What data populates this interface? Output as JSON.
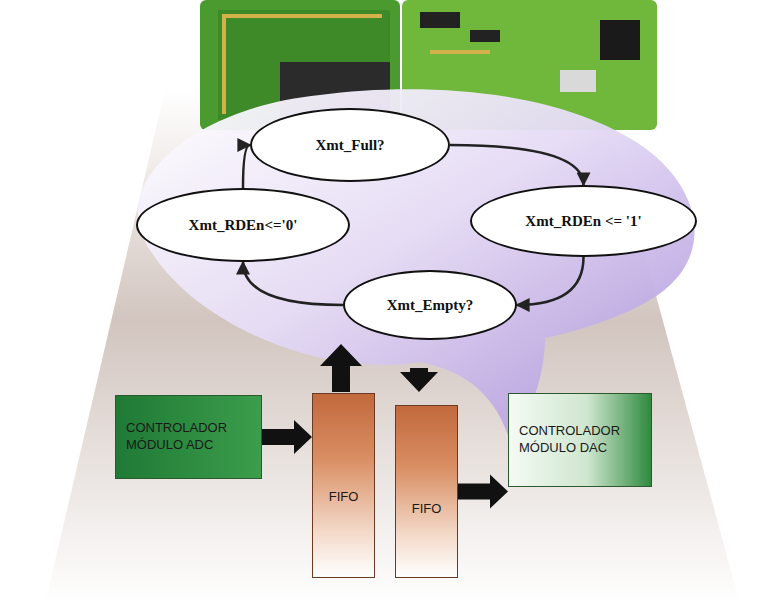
{
  "diagram": {
    "nodes": [
      {
        "text": [
          "Xmt_Full?"
        ]
      },
      {
        "text": [
          "Xmt_RDEn <= '1'"
        ]
      },
      {
        "text": [
          "Xmt_Empty?"
        ]
      },
      {
        "text": [
          "Xmt_RDEn<='0'"
        ]
      },
      {
        "text": [
          "CONTROLADOR MÓDULO ADC"
        ]
      },
      {
        "text": [
          "FIFO"
        ]
      },
      {
        "text": [
          "FIFO"
        ]
      },
      {
        "text": [
          "CONTROLADOR MÓDULO DAC"
        ]
      }
    ],
    "edges": [
      {
        "from": 0,
        "to": 1,
        "arrow": "to"
      },
      {
        "from": 1,
        "to": 2,
        "arrow": "to"
      },
      {
        "from": 2,
        "to": 3,
        "arrow": "to"
      },
      {
        "from": 3,
        "to": 0,
        "arrow": "to"
      },
      {
        "from": 4,
        "to": 5,
        "arrow": "to"
      },
      {
        "from": 6,
        "to": 7,
        "arrow": "to"
      }
    ]
  }
}
